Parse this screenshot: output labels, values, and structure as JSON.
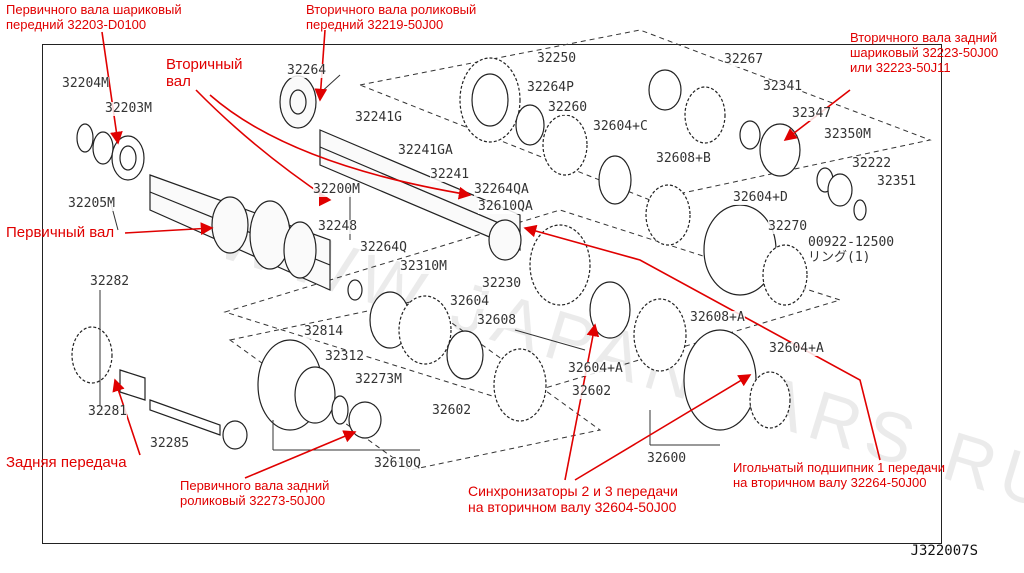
{
  "annotations": {
    "input_front_bearing": "Первичного вала шариковый\nпередний 32203-D0100",
    "output_front_bearing": "Вторичного вала роликовый\nпередний 32219-50J00",
    "output_rear_bearing": "Вторичного вала задний\nшариковый 32223-50J00\nили 32223-50J11",
    "output_shaft": "Вторичный\nвал",
    "input_shaft": "Первичный вал",
    "reverse_gear": "Задняя передача",
    "input_rear_bearing": "Первичного вала задний\nроликовый 32273-50J00",
    "synchronizers": "Синхронизаторы 2 и 3 передачи\nна вторичном валу 32604-50J00",
    "needle_bearing": "Игольчатый подшипник 1 передачи\nна вторичном валу 32264-50J00"
  },
  "parts": {
    "p32204M": "32204M",
    "p32203M": "32203M",
    "p32205M": "32205M",
    "p32264": "32264",
    "p32241G": "32241G",
    "p32241GA": "32241GA",
    "p32241": "32241",
    "p32200M": "32200M",
    "p32250": "32250",
    "p32264P": "32264P",
    "p32260": "32260",
    "p32604C": "32604+C",
    "p32267": "32267",
    "p32341": "32341",
    "p32347": "32347",
    "p32350M": "32350M",
    "p32222": "32222",
    "p32351": "32351",
    "p32608B": "32608+B",
    "p32604D": "32604+D",
    "p32264QA": "32264QA",
    "p32610QA": "32610QA",
    "p32248": "32248",
    "p32264Q": "32264Q",
    "p32310M": "32310M",
    "p32270": "32270",
    "p00922": "00922-12500",
    "p00922b": "リング(1)",
    "p32282": "32282",
    "p32230": "32230",
    "p32604": "32604",
    "p32608": "32608",
    "p32608A": "32608+A",
    "p32814": "32814",
    "p32312": "32312",
    "p32273M": "32273M",
    "p32604A_mid": "32604+A",
    "p32604A_right": "32604+A",
    "p32602": "32602",
    "p32602b": "32602",
    "p32281": "32281",
    "p32285": "32285",
    "p32610Q": "32610Q",
    "p32600": "32600"
  },
  "diagram_code": "J322007S",
  "watermark": "WWW.JAPANCARS.RU",
  "colors": {
    "annotation": "#e00000",
    "line": "#222222"
  }
}
